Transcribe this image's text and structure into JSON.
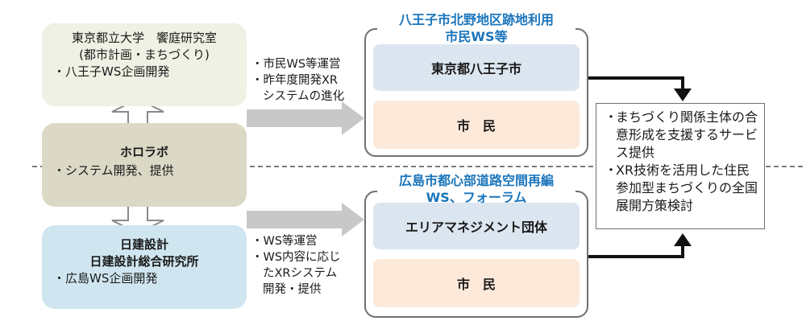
{
  "left": {
    "university": {
      "line1": "東京都立大学　饗庭研究室",
      "line2": "(都市計画・まちづくり)",
      "bullet": "八王子WS企画開発"
    },
    "horolab": {
      "title": "ホロラボ",
      "bullet": "システム開発、提供"
    },
    "nikken": {
      "line1": "日建設計",
      "line2": "日建設計総合研究所",
      "bullet": "広島WS企画開発"
    }
  },
  "notes": {
    "upper": [
      "市民WS等運営",
      "昨年度開発XR",
      "システムの進化"
    ],
    "lower": [
      "WS等運営",
      "WS内容に応じ",
      "たXRシステム",
      "開発・提供"
    ]
  },
  "groups": {
    "hachioji": {
      "title_line1": "八王子市北野地区跡地利用",
      "title_line2": "市民WS等",
      "box1": "東京都八王子市",
      "box2": "市　民"
    },
    "hiroshima": {
      "title_line1": "広島市都心部道路空間再編",
      "title_line2": "WS、フォーラム",
      "box1": "エリアマネジメント団体",
      "box2": "市　民"
    }
  },
  "result": {
    "items": [
      "まちづくり関係主体の合意形成を支援するサービス提供",
      "XR技術を活用した住民参加型まちづくりの全国展開方策検討"
    ]
  },
  "colors": {
    "university_bg": "#eef1e3",
    "horolab_bg": "#dcd8c6",
    "nikken_bg": "#cfe6f0",
    "inner_blue": "#dce6f1",
    "inner_peach": "#fde9d9",
    "title_blue": "#1b75bb",
    "arrow_gray": "#c8c8c8"
  }
}
